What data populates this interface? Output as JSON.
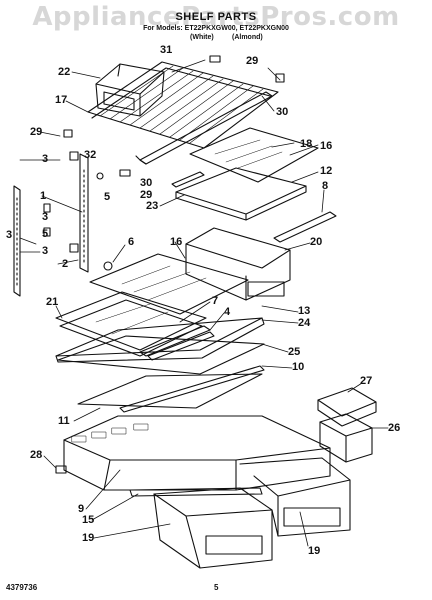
{
  "watermark": "AppliancePartsPros.com",
  "title": "SHELF PARTS",
  "models_line": "For Models: ET22PKXGW00, ET22PKXGN00",
  "colors": {
    "white": "(White)",
    "almond": "(Almond)"
  },
  "callouts": [
    "31",
    "22",
    "29",
    "17",
    "30",
    "29",
    "3",
    "32",
    "18",
    "16",
    "3",
    "30",
    "29",
    "12",
    "5",
    "23",
    "8",
    "1",
    "3",
    "6",
    "16",
    "20",
    "5",
    "3",
    "2",
    "7",
    "21",
    "13",
    "4",
    "24",
    "25",
    "10",
    "27",
    "11",
    "26",
    "28",
    "9",
    "15",
    "19",
    "19"
  ],
  "footer": {
    "doc_number": "4379736",
    "page": "5"
  }
}
